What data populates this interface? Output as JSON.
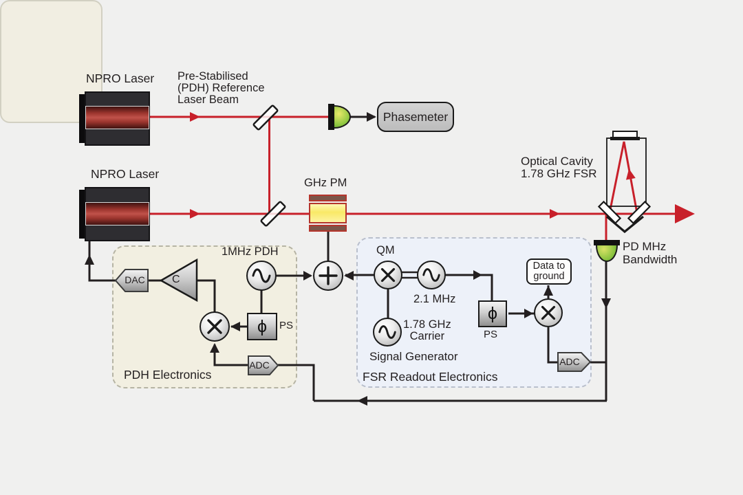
{
  "optical": {
    "laser_top_label": "NPRO Laser",
    "laser_bottom_label": "NPRO Laser",
    "prestabilised_label": "Pre-Stabilised\n(PDH) Reference\nLaser Beam",
    "phasemeter_label": "Phasemeter",
    "phase_modulator_label": "GHz PM",
    "cavity_label": "Optical Cavity\n1.78 GHz FSR",
    "photodetector_label": "PD MHz\nBandwidth"
  },
  "pdh_electronics": {
    "title": "PDH Electronics",
    "dac_label": "DAC",
    "amplifier_label": "C",
    "oscillator_label": "1MHz PDH",
    "phase_shifter_symbol": "ϕ",
    "phase_shifter_label": "PS",
    "adc_label": "ADC"
  },
  "fsr_electronics": {
    "title": "FSR Readout Electronics",
    "signal_generator_title": "Signal Generator",
    "qm_label": "QM",
    "mod_oscillator_label": "2.1 MHz",
    "carrier_oscillator_label": "1.78 GHz\nCarrier",
    "phase_shifter_symbol": "ϕ",
    "phase_shifter_label": "PS",
    "adc_label": "ADC",
    "data_to_ground_label": "Data to\nground"
  },
  "colors": {
    "beam_red": "#c8202a",
    "wire_black": "#231f20",
    "pdh_bg": "#f2efe1",
    "fsr_bg": "#edf1f9",
    "siggen_bg": "#f1eee2"
  }
}
